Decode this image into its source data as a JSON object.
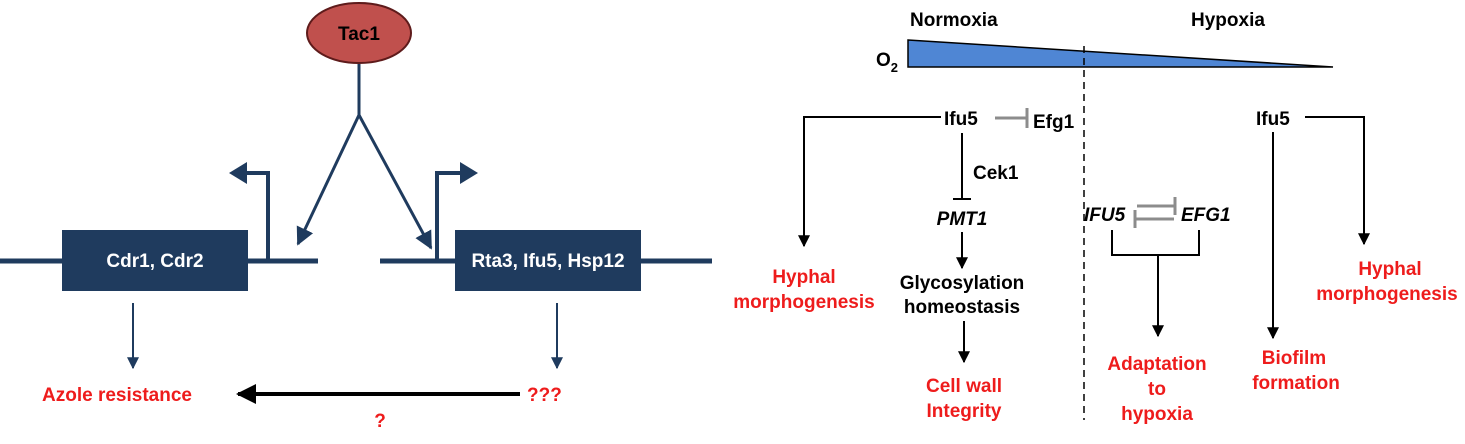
{
  "colors": {
    "navy": "#1f3b5e",
    "tac1_fill": "#c0504d",
    "tac1_stroke": "#5e1b1b",
    "wedge_fill": "#4f86d4",
    "red_text": "#ee1c1c",
    "inhibit_gray": "#8c8c8c"
  },
  "left_panel": {
    "regulator": "Tac1",
    "gene_left": "Cdr1, Cdr2",
    "gene_right": "Rta3, Ifu5, Hsp12",
    "outcome_left": "Azole resistance",
    "outcome_right": "???",
    "link_question": "?"
  },
  "right_panel": {
    "normoxia": "Normoxia",
    "hypoxia": "Hypoxia",
    "o2_main": "O",
    "o2_sub": "2",
    "ifu5_normoxia": "Ifu5",
    "efg1_normoxia": "Efg1",
    "cek1": "Cek1",
    "pmt1": "PMT1",
    "glyco_line1": "Glycosylation",
    "glyco_line2": "homeostasis",
    "cellwall_line1": "Cell wall",
    "cellwall_line2": "Integrity",
    "hyphal_left_line1": "Hyphal",
    "hyphal_left_line2": "morphogenesis",
    "ifu5_gene": "IFU5",
    "efg1_gene": "EFG1",
    "adapt_line1": "Adaptation",
    "adapt_line2": "to",
    "adapt_line3": "hypoxia",
    "ifu5_hypoxia": "Ifu5",
    "hyphal_right_line1": "Hyphal",
    "hyphal_right_line2": "morphogenesis",
    "biofilm_line1": "Biofilm",
    "biofilm_line2": "formation"
  }
}
